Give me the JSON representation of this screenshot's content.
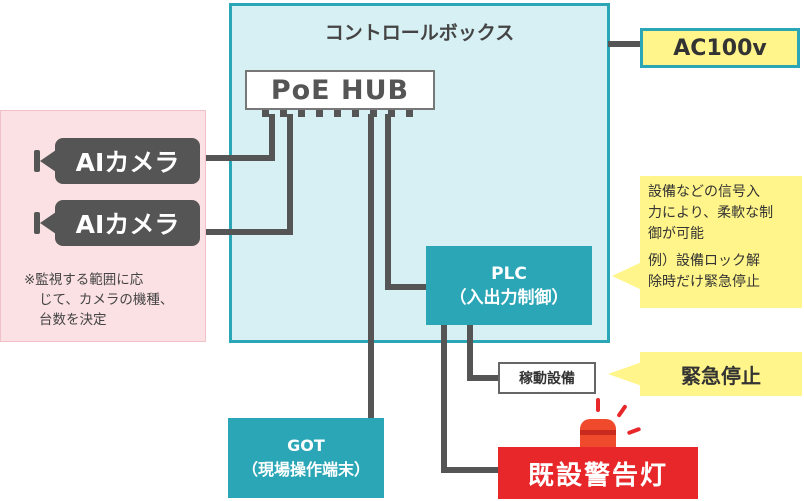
{
  "control_box": {
    "title": "コントロールボックス"
  },
  "power": {
    "label": "AC100v"
  },
  "hub": {
    "label": "PoE HUB"
  },
  "cameras": [
    {
      "label": "AIカメラ"
    },
    {
      "label": "AIカメラ"
    }
  ],
  "camera_note": [
    "※監視する範囲に応",
    "じて、カメラの機種、",
    "台数を決定"
  ],
  "plc": {
    "line1": "PLC",
    "line2": "（入出力制御）"
  },
  "callout": {
    "lines": [
      "設備などの信号入",
      "力により、柔軟な制",
      "御が可能"
    ],
    "example_lines": [
      "例）設備ロック解",
      "除時だけ緊急停止"
    ]
  },
  "operation": {
    "label": "稼動設備"
  },
  "emergency_stop": {
    "label": "緊急停止"
  },
  "got": {
    "line1": "GOT",
    "line2": "（現場操作端末）"
  },
  "warning_light": {
    "label": "既設警告灯"
  },
  "colors": {
    "teal": "#2aa6b6",
    "light_teal": "#d7f0f3",
    "yellow": "#fff58a",
    "pink": "#fbe1e3",
    "red": "#e8272a",
    "dark_gray": "#555555"
  }
}
